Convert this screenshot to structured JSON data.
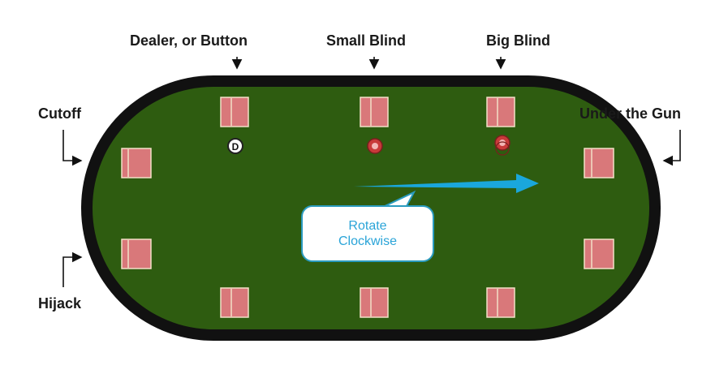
{
  "labels": {
    "dealer": "Dealer, or Button",
    "small_blind": "Small Blind",
    "big_blind": "Big Blind",
    "cutoff": "Cutoff",
    "under_the_gun": "Under the Gun",
    "hijack": "Hijack"
  },
  "dealer_button": {
    "letter": "D"
  },
  "callout": {
    "line1": "Rotate",
    "line2": "Clockwise"
  },
  "colors": {
    "felt": "#2e5c10",
    "rail": "#111111",
    "card": "#d9787a",
    "arrow": "#1aa7dc",
    "callout_border": "#2a9bbf",
    "callout_text": "#2aa4d8",
    "chip": "#c83a3a"
  },
  "icons": [
    "down-arrow-icon",
    "elbow-arrow-icon",
    "poker-chip-icon",
    "dealer-button-icon"
  ]
}
